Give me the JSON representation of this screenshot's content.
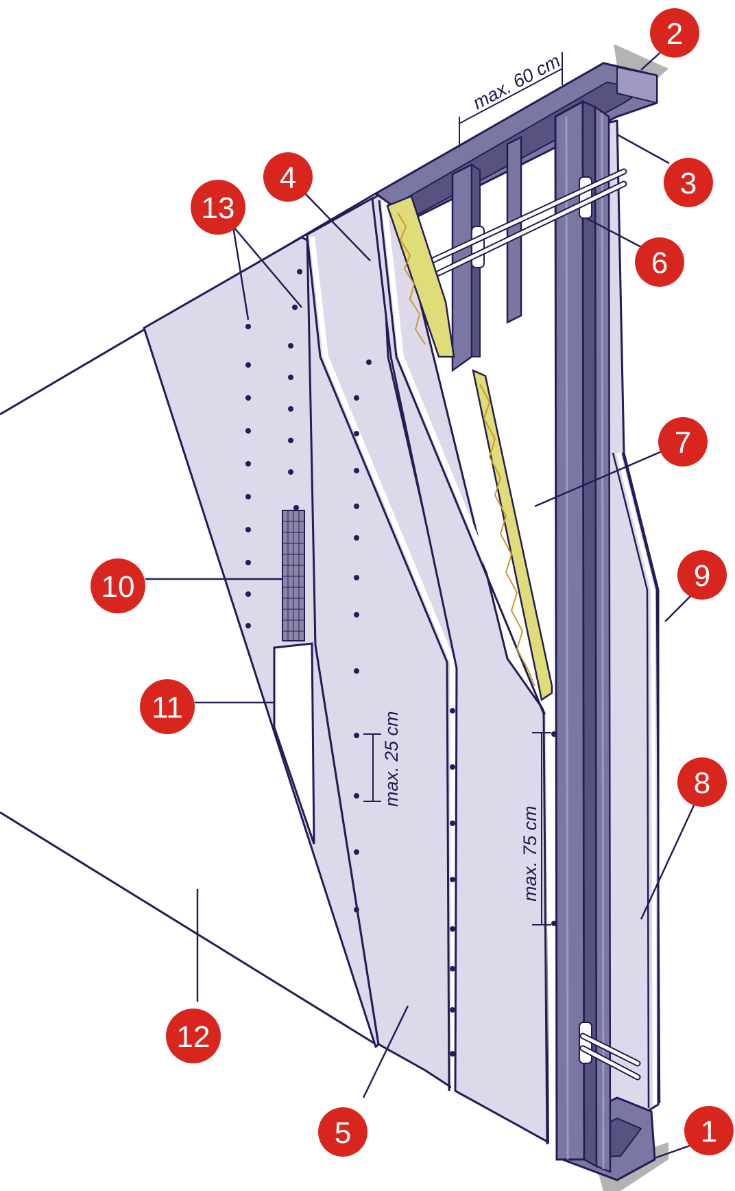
{
  "colors": {
    "ink": "#231d55",
    "board": "#ddd9ea",
    "board_edge": "#ffffff",
    "steel": "#7b77a3",
    "steel_dark": "#57527f",
    "steel_light": "#9d99c1",
    "insulation": "#e0dc77",
    "insulation_line": "#c99a2e",
    "floor": "#b3b3b3",
    "callout": "#d8261f",
    "callout_text": "#ffffff"
  },
  "dimensions": {
    "stud_spacing": "max. 60 cm",
    "screw_spacing": "max. 25 cm",
    "vertical_spacing": "max. 75 cm"
  },
  "callouts": [
    {
      "label": "1"
    },
    {
      "label": "2"
    },
    {
      "label": "3"
    },
    {
      "label": "4"
    },
    {
      "label": "5"
    },
    {
      "label": "6"
    },
    {
      "label": "7"
    },
    {
      "label": "8"
    },
    {
      "label": "9"
    },
    {
      "label": "10"
    },
    {
      "label": "11"
    },
    {
      "label": "12"
    },
    {
      "label": "13"
    }
  ]
}
